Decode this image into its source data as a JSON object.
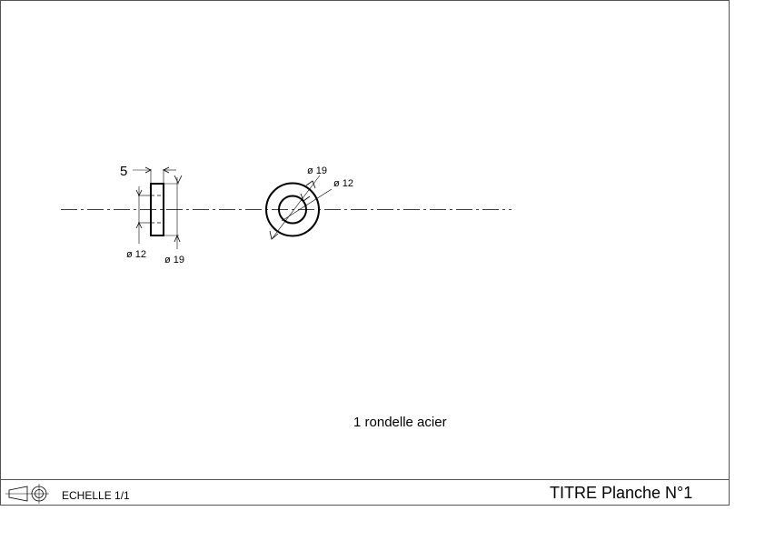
{
  "drawing": {
    "dims": {
      "thickness": "5",
      "side_inner_dia": "ø 12",
      "side_outer_dia": "ø 19",
      "front_outer_dia": "ø 19",
      "front_inner_dia": "ø 12"
    },
    "note": "1 rondelle acier"
  },
  "title_block": {
    "scale": "ECHELLE 1/1",
    "title": "TITRE Planche N°1",
    "projection_symbol": "first-angle-projection-icon"
  }
}
